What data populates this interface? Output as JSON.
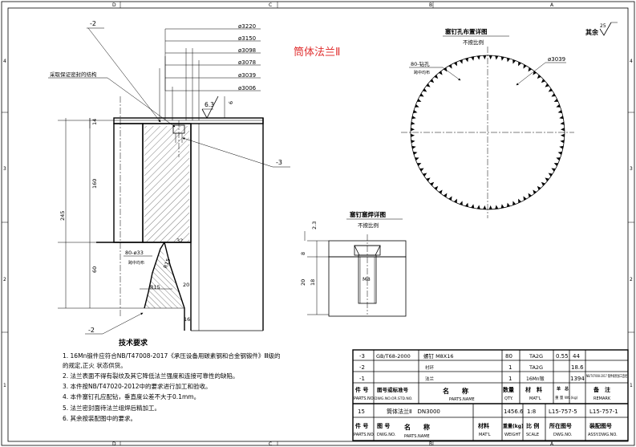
{
  "frame": {
    "zone_letters_top": [
      "D",
      "C",
      "B",
      "A"
    ],
    "zone_numbers_side": [
      "4",
      "3",
      "2",
      "1"
    ]
  },
  "title_red": "筒体法兰Ⅱ",
  "surface_rest": "其余",
  "surface_rest_value": "25",
  "section": {
    "callout_m2_top": "-2",
    "callout_m3": "-3",
    "callout_m2_bottom": "-2",
    "note_bolt": "采取保证密封的结构",
    "diameters": [
      "ø3220",
      "ø3150",
      "ø3098",
      "ø3078",
      "ø3039",
      "ø3006"
    ],
    "rough": "6.3",
    "dim_6": "6",
    "dim_14": "14",
    "dim_160": "160",
    "dim_245": "245",
    "dim_60": "60",
    "dim_32": "32",
    "dim_20": "20",
    "dim_16": "16",
    "dim_R15_a": "R15",
    "dim_R15_b": "R15",
    "hole_label": "80-ø33",
    "hole_sub": "跨中均布"
  },
  "bolt_circle": {
    "title": "塞钉孔布置详图",
    "subtitle": "不按比例",
    "callout": "80-钻孔",
    "callout_sub": "跨中均布",
    "diameter": "ø3039",
    "count": 80
  },
  "plug_detail": {
    "title": "塞钉塞焊详图",
    "subtitle": "不按比例",
    "dim_23": "2.3",
    "dim_8": "8",
    "dim_18": "18",
    "dim_20": "20",
    "thread": "M8"
  },
  "tech_req": {
    "title": "技术要求",
    "items": [
      "1. 16Mn锻件应符合NB/T47008-2017《承压设备用碳素钢和合金钢锻件》Ⅲ级的",
      "   的规定,正火 状态供货。",
      "2. 法兰表面不得有裂纹及其它降低法兰强度和连接可靠性的缺陷。",
      "3. 本件按NB/T47020-2012中的要求进行加工和验收。",
      "4. 本件塞钉孔应配钻，垂直度公差不大于0.1mm。",
      "5. 法兰密封面待法兰组焊后精加工。",
      "6. 其余按装配图中的要求。"
    ]
  },
  "bom": {
    "rows": [
      {
        "no": "-3",
        "dwg": "GB/T68-2000",
        "name": "螺钉 M8X16",
        "qty": "80",
        "mat": "TA2G",
        "w1": "0.55",
        "w2": "44",
        "remark": ""
      },
      {
        "no": "-2",
        "dwg": "",
        "name": "衬环",
        "qty": "1",
        "mat": "TA2G",
        "w1": "",
        "w2": "18.6",
        "remark": ""
      },
      {
        "no": "-1",
        "dwg": "",
        "name": "法兰",
        "qty": "1",
        "mat": "16Mn锻",
        "w1": "",
        "w2": "1394",
        "remark": "NB/T47008-2017 锻件级别加工直径"
      }
    ],
    "head": {
      "no": "件 号",
      "no_en": "PARTS.NO.",
      "dwg": "图号或标准号",
      "dwg_en": "DWG.NO.OR.STD.NO.",
      "name": "名　　称",
      "name_en": "PARTS.NAME",
      "qty": "数量",
      "qty_en": "QTY.",
      "mat": "材　料",
      "mat_en": "MAT'L",
      "w": "单　总",
      "w_sub": "重 量 Wt.(kg)",
      "remark": "备　注",
      "remark_en": "REMARK"
    },
    "main": {
      "no": "15",
      "name": "筒体法兰Ⅱ　DN3000",
      "weight": "1456.6",
      "scale": "1:8",
      "dwg_no": "L15-757-5",
      "assy": "L15-757-1"
    },
    "footer": {
      "no": "件 号",
      "no_en": "PARTS.NO.",
      "dwg": "图 号",
      "dwg_en": "DWG.NO.",
      "name": "名　　称",
      "name_en": "PARTS.NAME",
      "mat": "材料",
      "mat_en": "MAT'L",
      "weight": "重量(kg)",
      "weight_en": "WEIGHT",
      "scale": "比 例",
      "scale_en": "SCALE",
      "place": "所在图号",
      "place_en": "DWG.NO.",
      "assy": "装配图号",
      "assy_en": "ASSY.DWG.NO."
    }
  }
}
